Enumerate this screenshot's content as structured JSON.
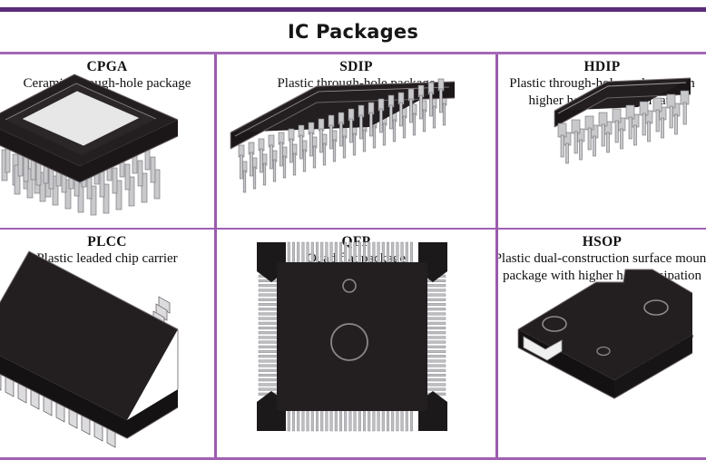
{
  "figure": {
    "title": "IC Packages",
    "border_color": "#9b5bad",
    "title_rule_color": "#5b2d78",
    "body_color": "#231f20",
    "lead_color": "#c9c9cc",
    "lid_color": "#e2e2e2"
  },
  "cells": [
    {
      "abbr": "CPGA",
      "desc": "Ceramic through-hole package",
      "desc_line2": "",
      "art": "cpga",
      "clipped": "left"
    },
    {
      "abbr": "SDIP",
      "desc": "Plastic through-hole package",
      "desc_line2": "",
      "art": "sdip",
      "clipped": "none"
    },
    {
      "abbr": "HDIP",
      "desc": "Plastic through-hole package with",
      "desc_line2": "higher heat dissipation rate",
      "art": "hdip",
      "clipped": "right"
    },
    {
      "abbr": "PLCC",
      "desc": "Plastic leaded chip carrier",
      "desc_line2": "",
      "art": "plcc",
      "clipped": "left"
    },
    {
      "abbr": "QFP",
      "desc": "Quad flat package",
      "desc_line2": "",
      "art": "qfp",
      "clipped": "none"
    },
    {
      "abbr": "HSOP",
      "desc": "Plastic dual-construction surface mount",
      "desc_line2": "package with higher heat dissipation",
      "art": "hsop",
      "clipped": "right"
    }
  ]
}
